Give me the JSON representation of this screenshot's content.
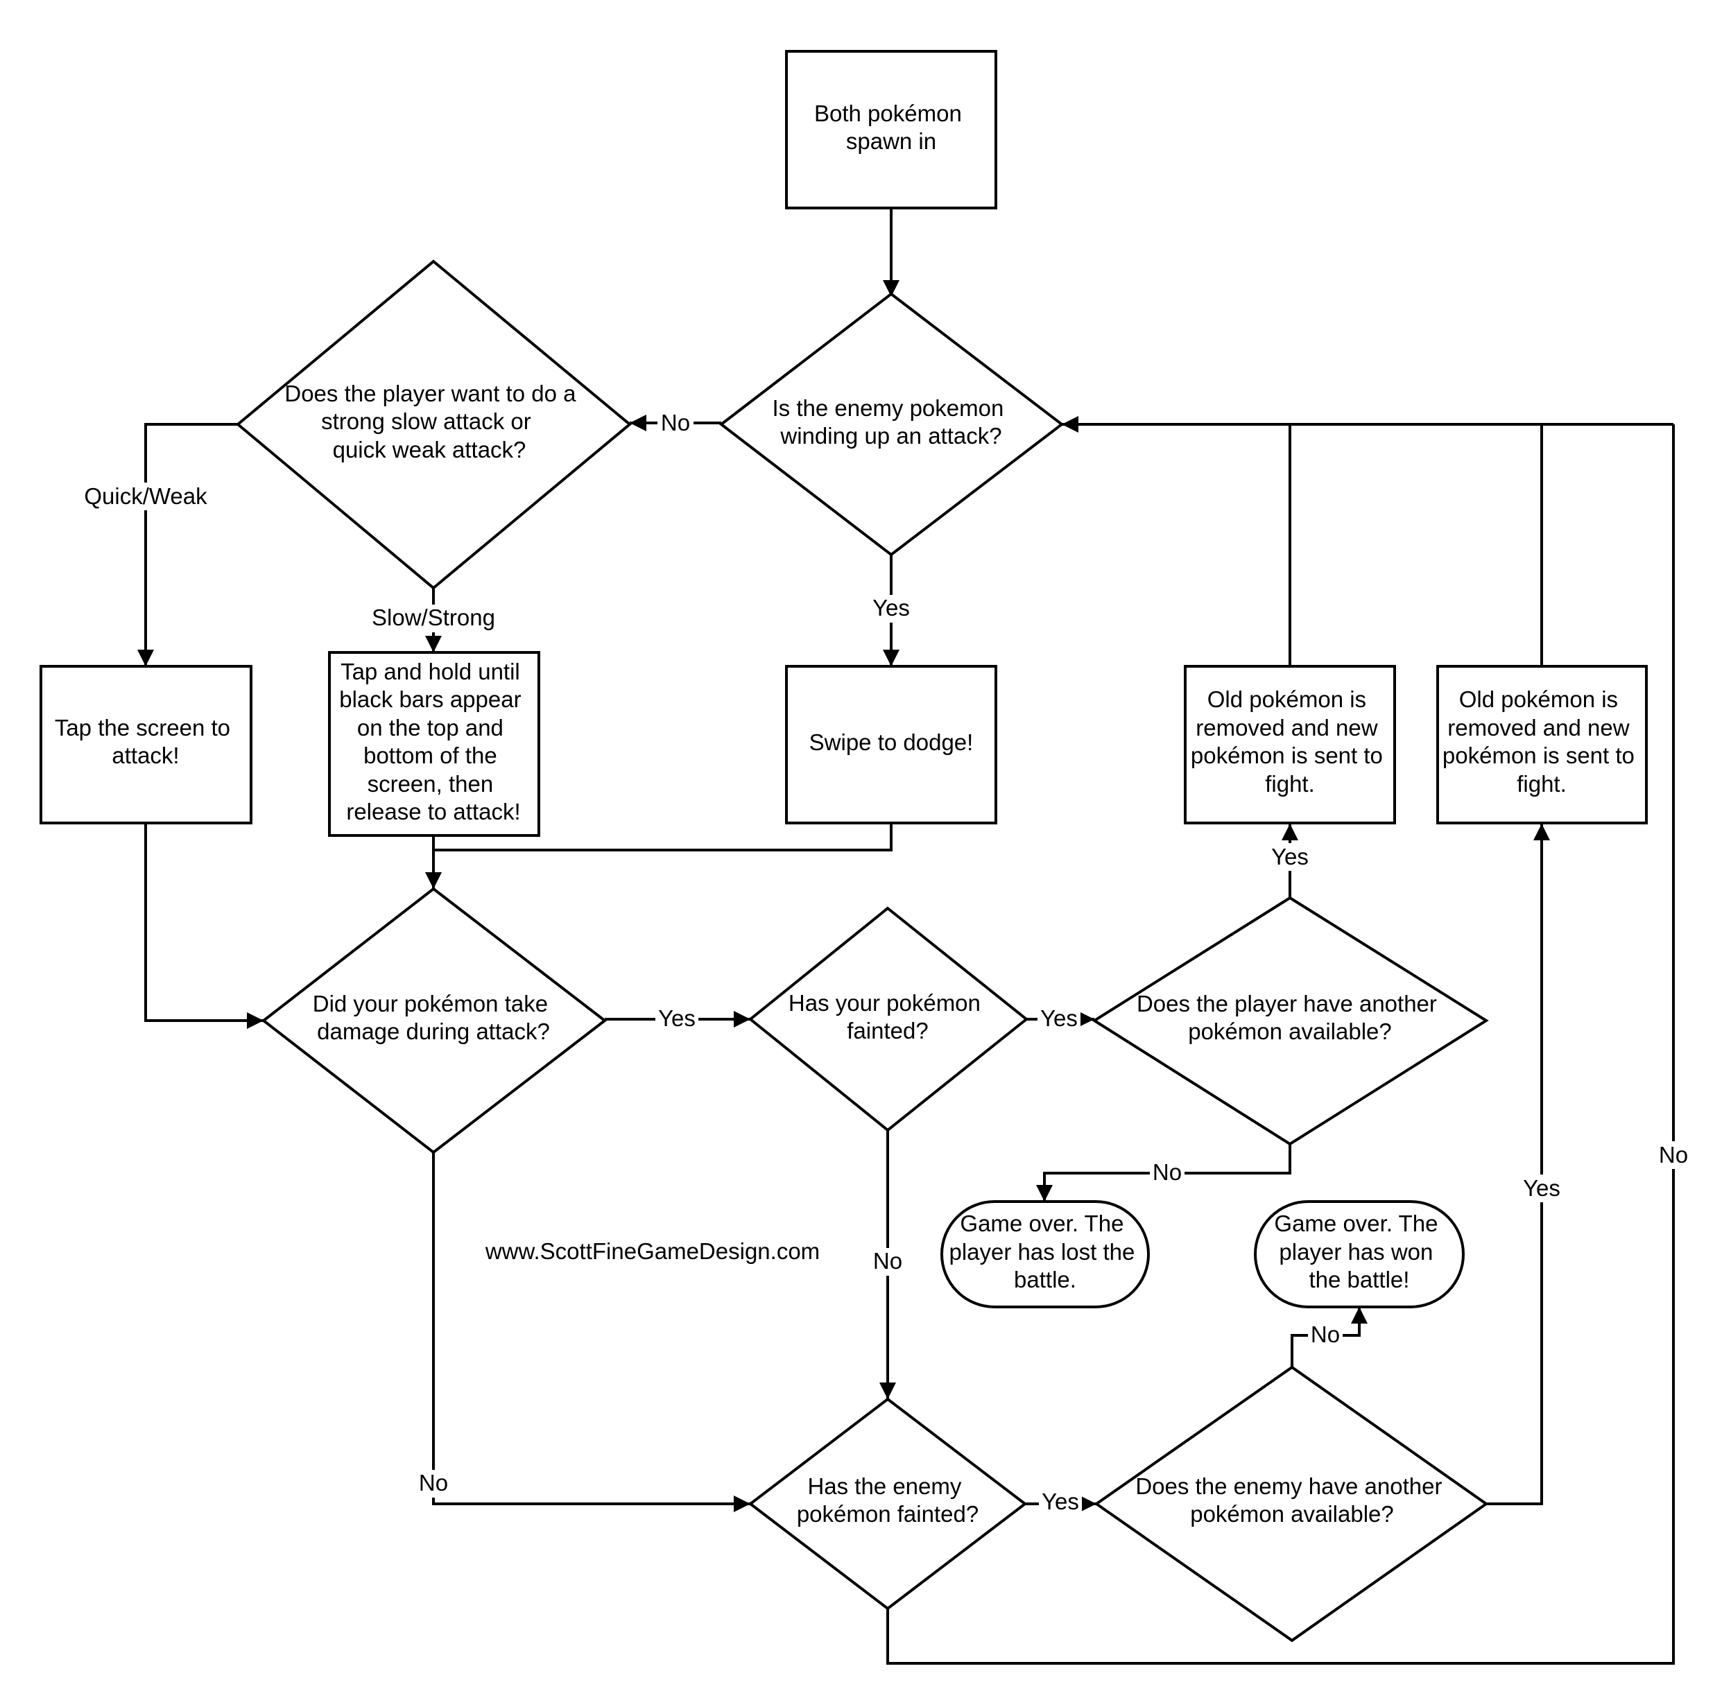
{
  "nodes": {
    "spawn": [
      "Both pokémon",
      "spawn in"
    ],
    "enemy_windup": [
      "Is the enemy pokemon",
      "winding up an attack?"
    ],
    "attack_choice": [
      "Does the player want to do a",
      "strong slow attack or",
      "quick weak attack?"
    ],
    "tap_attack": [
      "Tap the screen to",
      "attack!"
    ],
    "hold_attack": [
      "Tap and hold until",
      "black bars appear",
      "on the top and",
      "bottom of the",
      "screen, then",
      "release to attack!"
    ],
    "dodge": [
      "Swipe to dodge!"
    ],
    "replace_player": [
      "Old pokémon is",
      "removed and new",
      "pokémon is sent to",
      "fight."
    ],
    "replace_enemy": [
      "Old pokémon is",
      "removed and new",
      "pokémon is sent to",
      "fight."
    ],
    "took_damage": [
      "Did your pokémon take",
      "damage during attack?"
    ],
    "player_fainted": [
      "Has your pokémon",
      "fainted?"
    ],
    "player_has_another": [
      "Does the player have another",
      "pokémon available?"
    ],
    "game_lost": [
      "Game over. The",
      "player has lost the",
      "battle."
    ],
    "game_won": [
      "Game over. The",
      "player has won",
      "the battle!"
    ],
    "enemy_fainted": [
      "Has the enemy",
      "pokémon fainted?"
    ],
    "enemy_has_another": [
      "Does the enemy have another",
      "pokémon available?"
    ]
  },
  "edge_labels": {
    "windup_no": "No",
    "windup_yes": "Yes",
    "quick_weak": "Quick/Weak",
    "slow_strong": "Slow/Strong",
    "damage_yes": "Yes",
    "damage_no": "No",
    "fainted_yes": "Yes",
    "fainted_no": "No",
    "another_yes": "Yes",
    "another_no": "No",
    "enemy_fainted_yes": "Yes",
    "enemy_fainted_no": "No",
    "enemy_another_yes": "Yes",
    "enemy_another_no": "No"
  },
  "watermark": "www.ScottFineGameDesign.com"
}
